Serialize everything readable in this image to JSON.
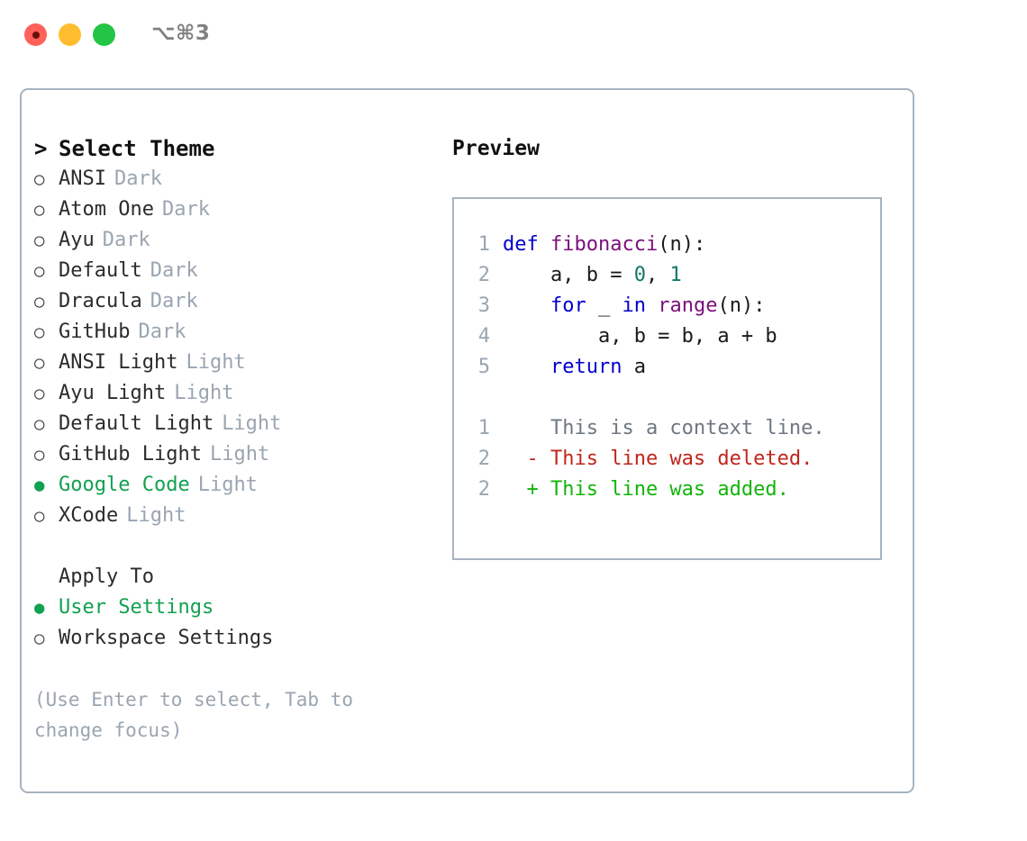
{
  "window": {
    "shortcut": "⌥⌘3",
    "traffic_lights": [
      {
        "name": "close",
        "color": "#ff6058"
      },
      {
        "name": "minimize",
        "color": "#ffbd2e"
      },
      {
        "name": "zoom",
        "color": "#22c546"
      }
    ]
  },
  "theme_picker": {
    "prompt": ">",
    "title": "Select Theme",
    "selected_bullet": "●",
    "unselected_bullet": "○",
    "options": [
      {
        "label": "ANSI",
        "tag": "Dark",
        "selected": false
      },
      {
        "label": "Atom One",
        "tag": "Dark",
        "selected": false
      },
      {
        "label": "Ayu",
        "tag": "Dark",
        "selected": false
      },
      {
        "label": "Default",
        "tag": "Dark",
        "selected": false
      },
      {
        "label": "Dracula",
        "tag": "Dark",
        "selected": false
      },
      {
        "label": "GitHub",
        "tag": "Dark",
        "selected": false
      },
      {
        "label": "ANSI Light",
        "tag": "Light",
        "selected": false
      },
      {
        "label": "Ayu Light",
        "tag": "Light",
        "selected": false
      },
      {
        "label": "Default Light",
        "tag": "Light",
        "selected": false
      },
      {
        "label": "GitHub Light",
        "tag": "Light",
        "selected": false
      },
      {
        "label": "Google Code",
        "tag": "Light",
        "selected": true
      },
      {
        "label": "XCode",
        "tag": "Light",
        "selected": false
      }
    ]
  },
  "apply_to": {
    "title": "Apply To",
    "options": [
      {
        "label": "User Settings",
        "selected": true
      },
      {
        "label": "Workspace Settings",
        "selected": false
      }
    ]
  },
  "hint": "(Use Enter to select, Tab to change focus)",
  "preview": {
    "title": "Preview",
    "code_lines": [
      {
        "number": "1",
        "tokens": [
          {
            "text": "def ",
            "type": "kw"
          },
          {
            "text": "fibonacci",
            "type": "fn"
          },
          {
            "text": "(n):",
            "type": "punc"
          }
        ]
      },
      {
        "number": "2",
        "tokens": [
          {
            "text": "    a, b = ",
            "type": "id"
          },
          {
            "text": "0",
            "type": "num"
          },
          {
            "text": ", ",
            "type": "punc"
          },
          {
            "text": "1",
            "type": "num"
          }
        ]
      },
      {
        "number": "3",
        "tokens": [
          {
            "text": "    ",
            "type": "punc"
          },
          {
            "text": "for",
            "type": "kw"
          },
          {
            "text": " _ ",
            "type": "id"
          },
          {
            "text": "in",
            "type": "kw"
          },
          {
            "text": " ",
            "type": "punc"
          },
          {
            "text": "range",
            "type": "fn"
          },
          {
            "text": "(n):",
            "type": "punc"
          }
        ]
      },
      {
        "number": "4",
        "tokens": [
          {
            "text": "        a, b = b, a + b",
            "type": "id"
          }
        ]
      },
      {
        "number": "5",
        "tokens": [
          {
            "text": "    ",
            "type": "punc"
          },
          {
            "text": "return",
            "type": "kw"
          },
          {
            "text": " a",
            "type": "id"
          }
        ]
      }
    ],
    "diff_lines": [
      {
        "number": "1",
        "marker": " ",
        "text": "This is a context line.",
        "kind": "context"
      },
      {
        "number": "2",
        "marker": "-",
        "text": "This line was deleted.",
        "kind": "del"
      },
      {
        "number": "2",
        "marker": "+",
        "text": "This line was added.",
        "kind": "add"
      }
    ]
  },
  "colors": {
    "accent_green": "#12a150",
    "muted": "#9aa5b1",
    "border": "#a7b3c0",
    "keyword": "#0000cc",
    "function": "#7b0f7b",
    "number": "#11776b",
    "diff_add": "#12b40a",
    "diff_del": "#c0261b"
  }
}
